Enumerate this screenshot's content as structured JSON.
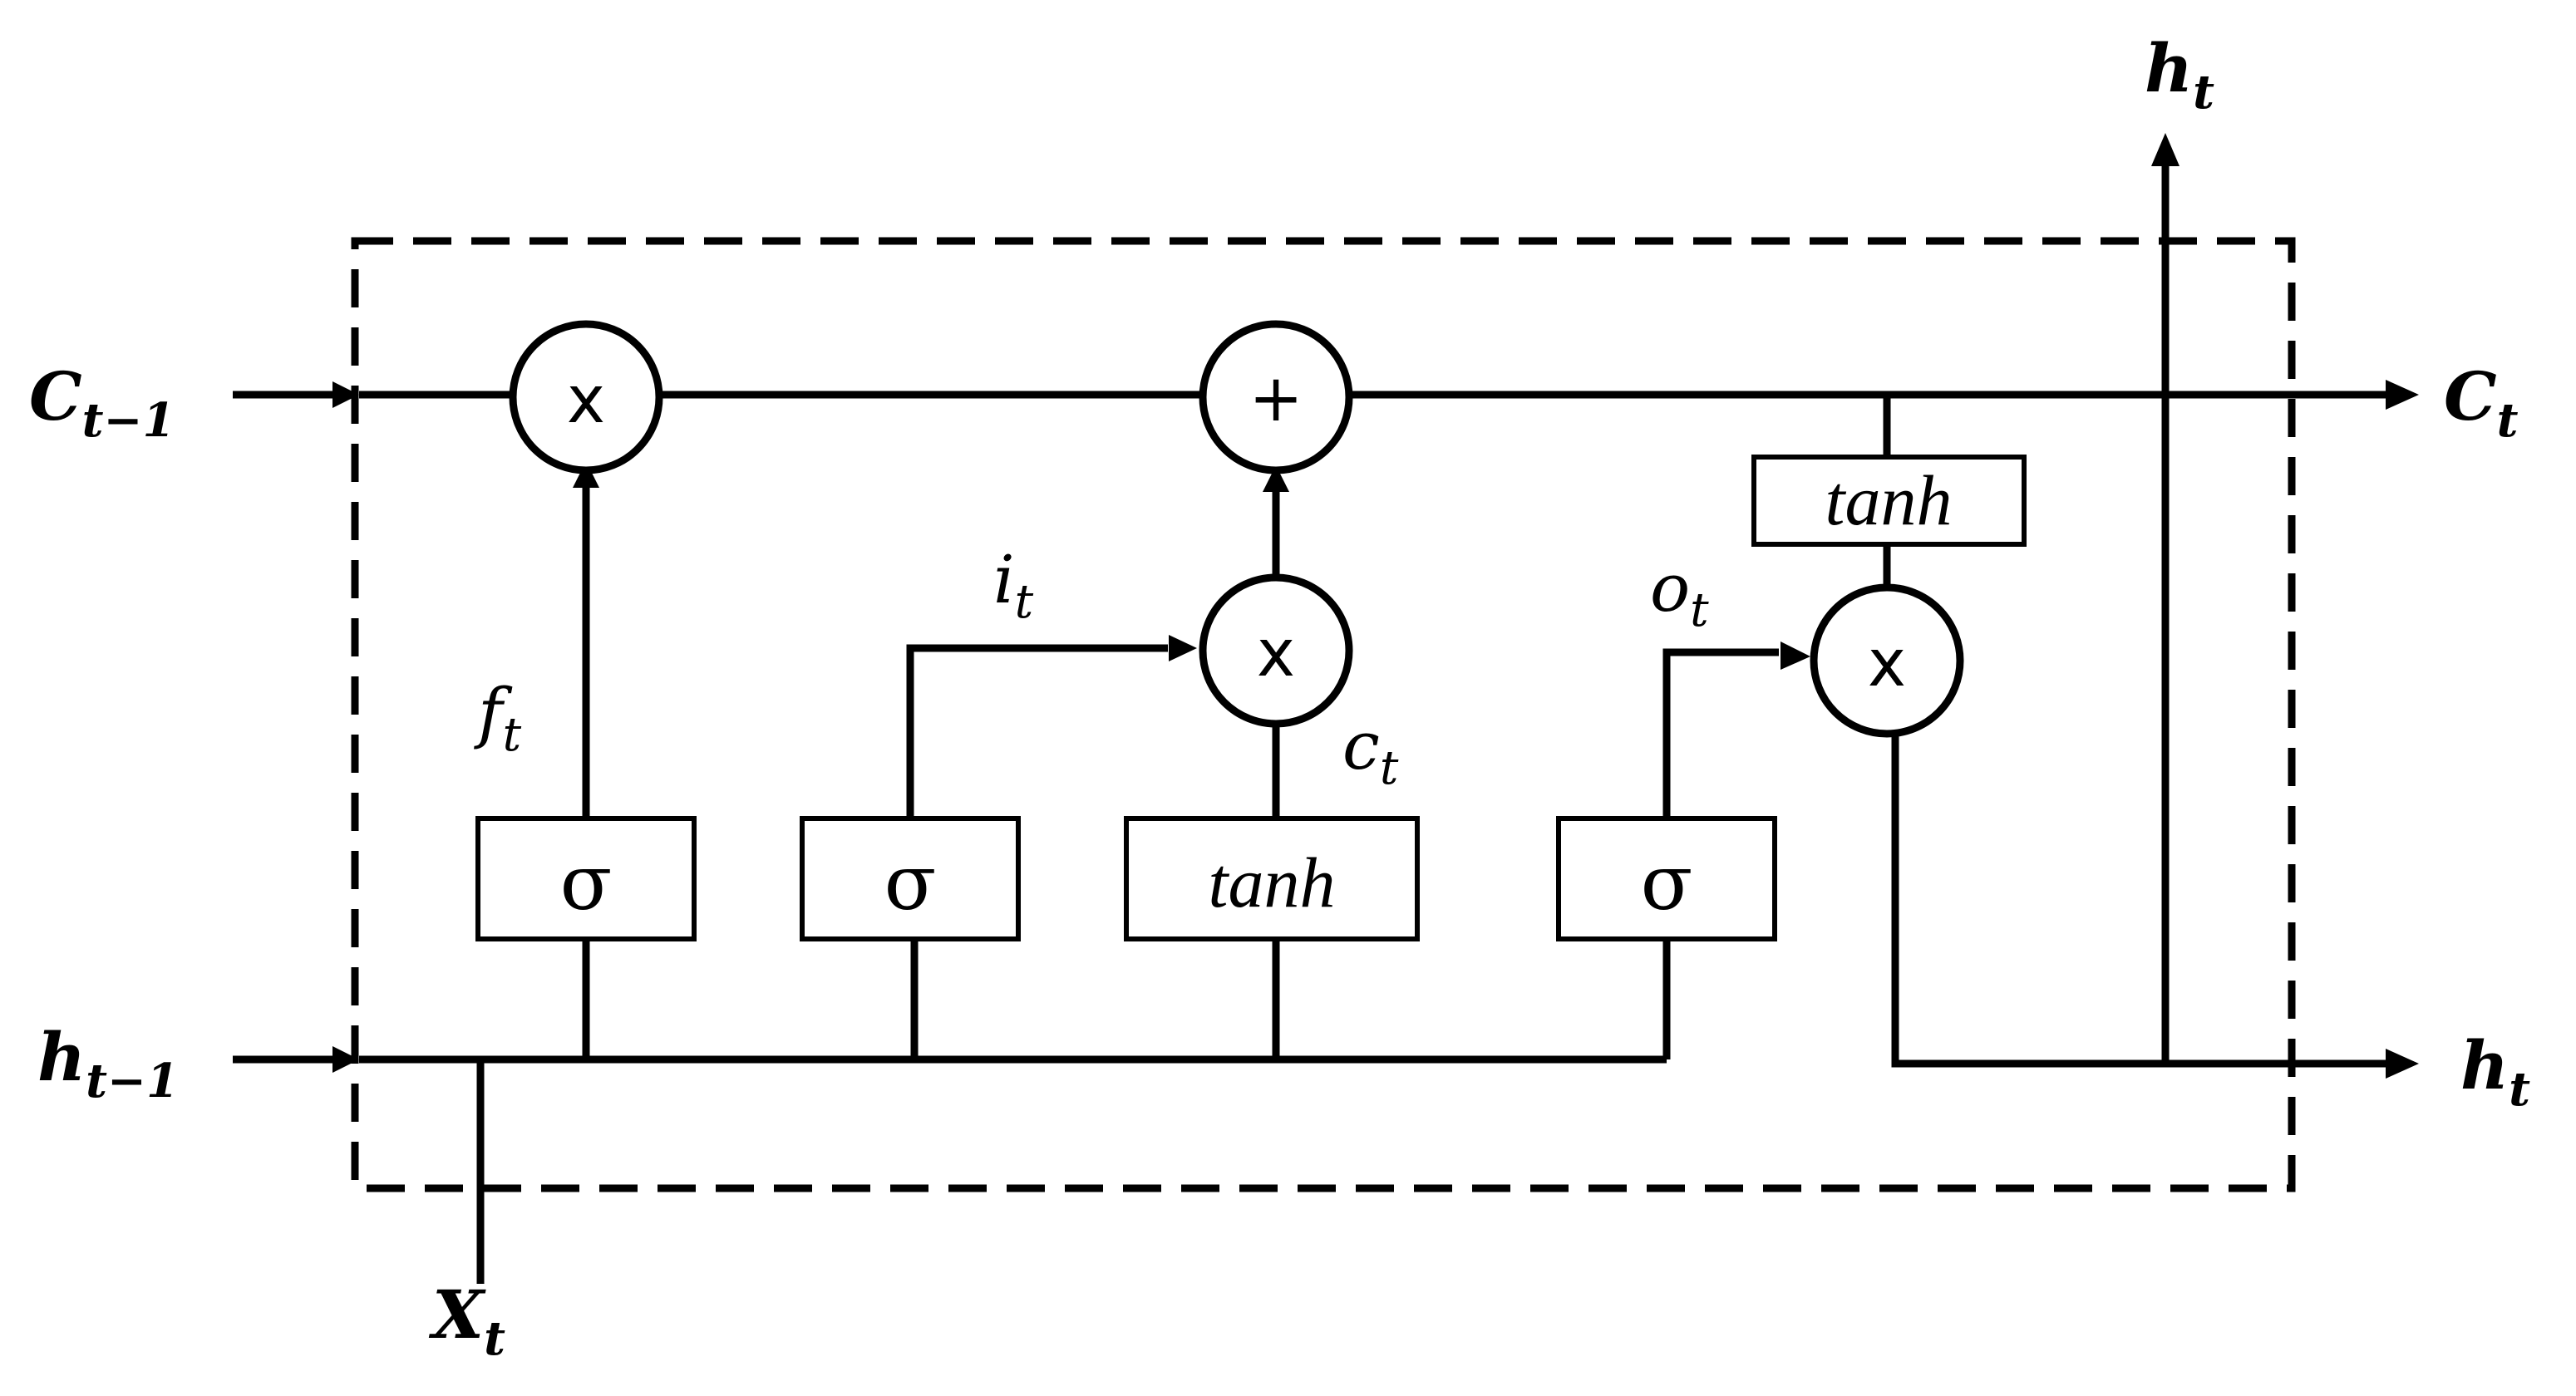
{
  "operators": {
    "forget_mult": "x",
    "cell_add": "+",
    "input_mult": "x",
    "output_mult": "x"
  },
  "gates": {
    "forget": "σ",
    "input": "σ",
    "candidate": "tanh",
    "output": "σ",
    "cell_tanh": "tanh"
  },
  "labels": {
    "c_prev": {
      "base": "C",
      "sub": "t−1"
    },
    "h_prev": {
      "base": "h",
      "sub": "t−1"
    },
    "x_t": {
      "base": "X",
      "sub": "t"
    },
    "c_out": {
      "base": "C",
      "sub": "t"
    },
    "h_out_right": {
      "base": "h",
      "sub": "t"
    },
    "h_out_top": {
      "base": "h",
      "sub": "t"
    },
    "f_t": {
      "base": "f",
      "sub": "t"
    },
    "i_t": {
      "base": "i",
      "sub": "t"
    },
    "o_t": {
      "base": "o",
      "sub": "t"
    },
    "c_t_candidate": {
      "base": "c",
      "sub": "t"
    }
  }
}
